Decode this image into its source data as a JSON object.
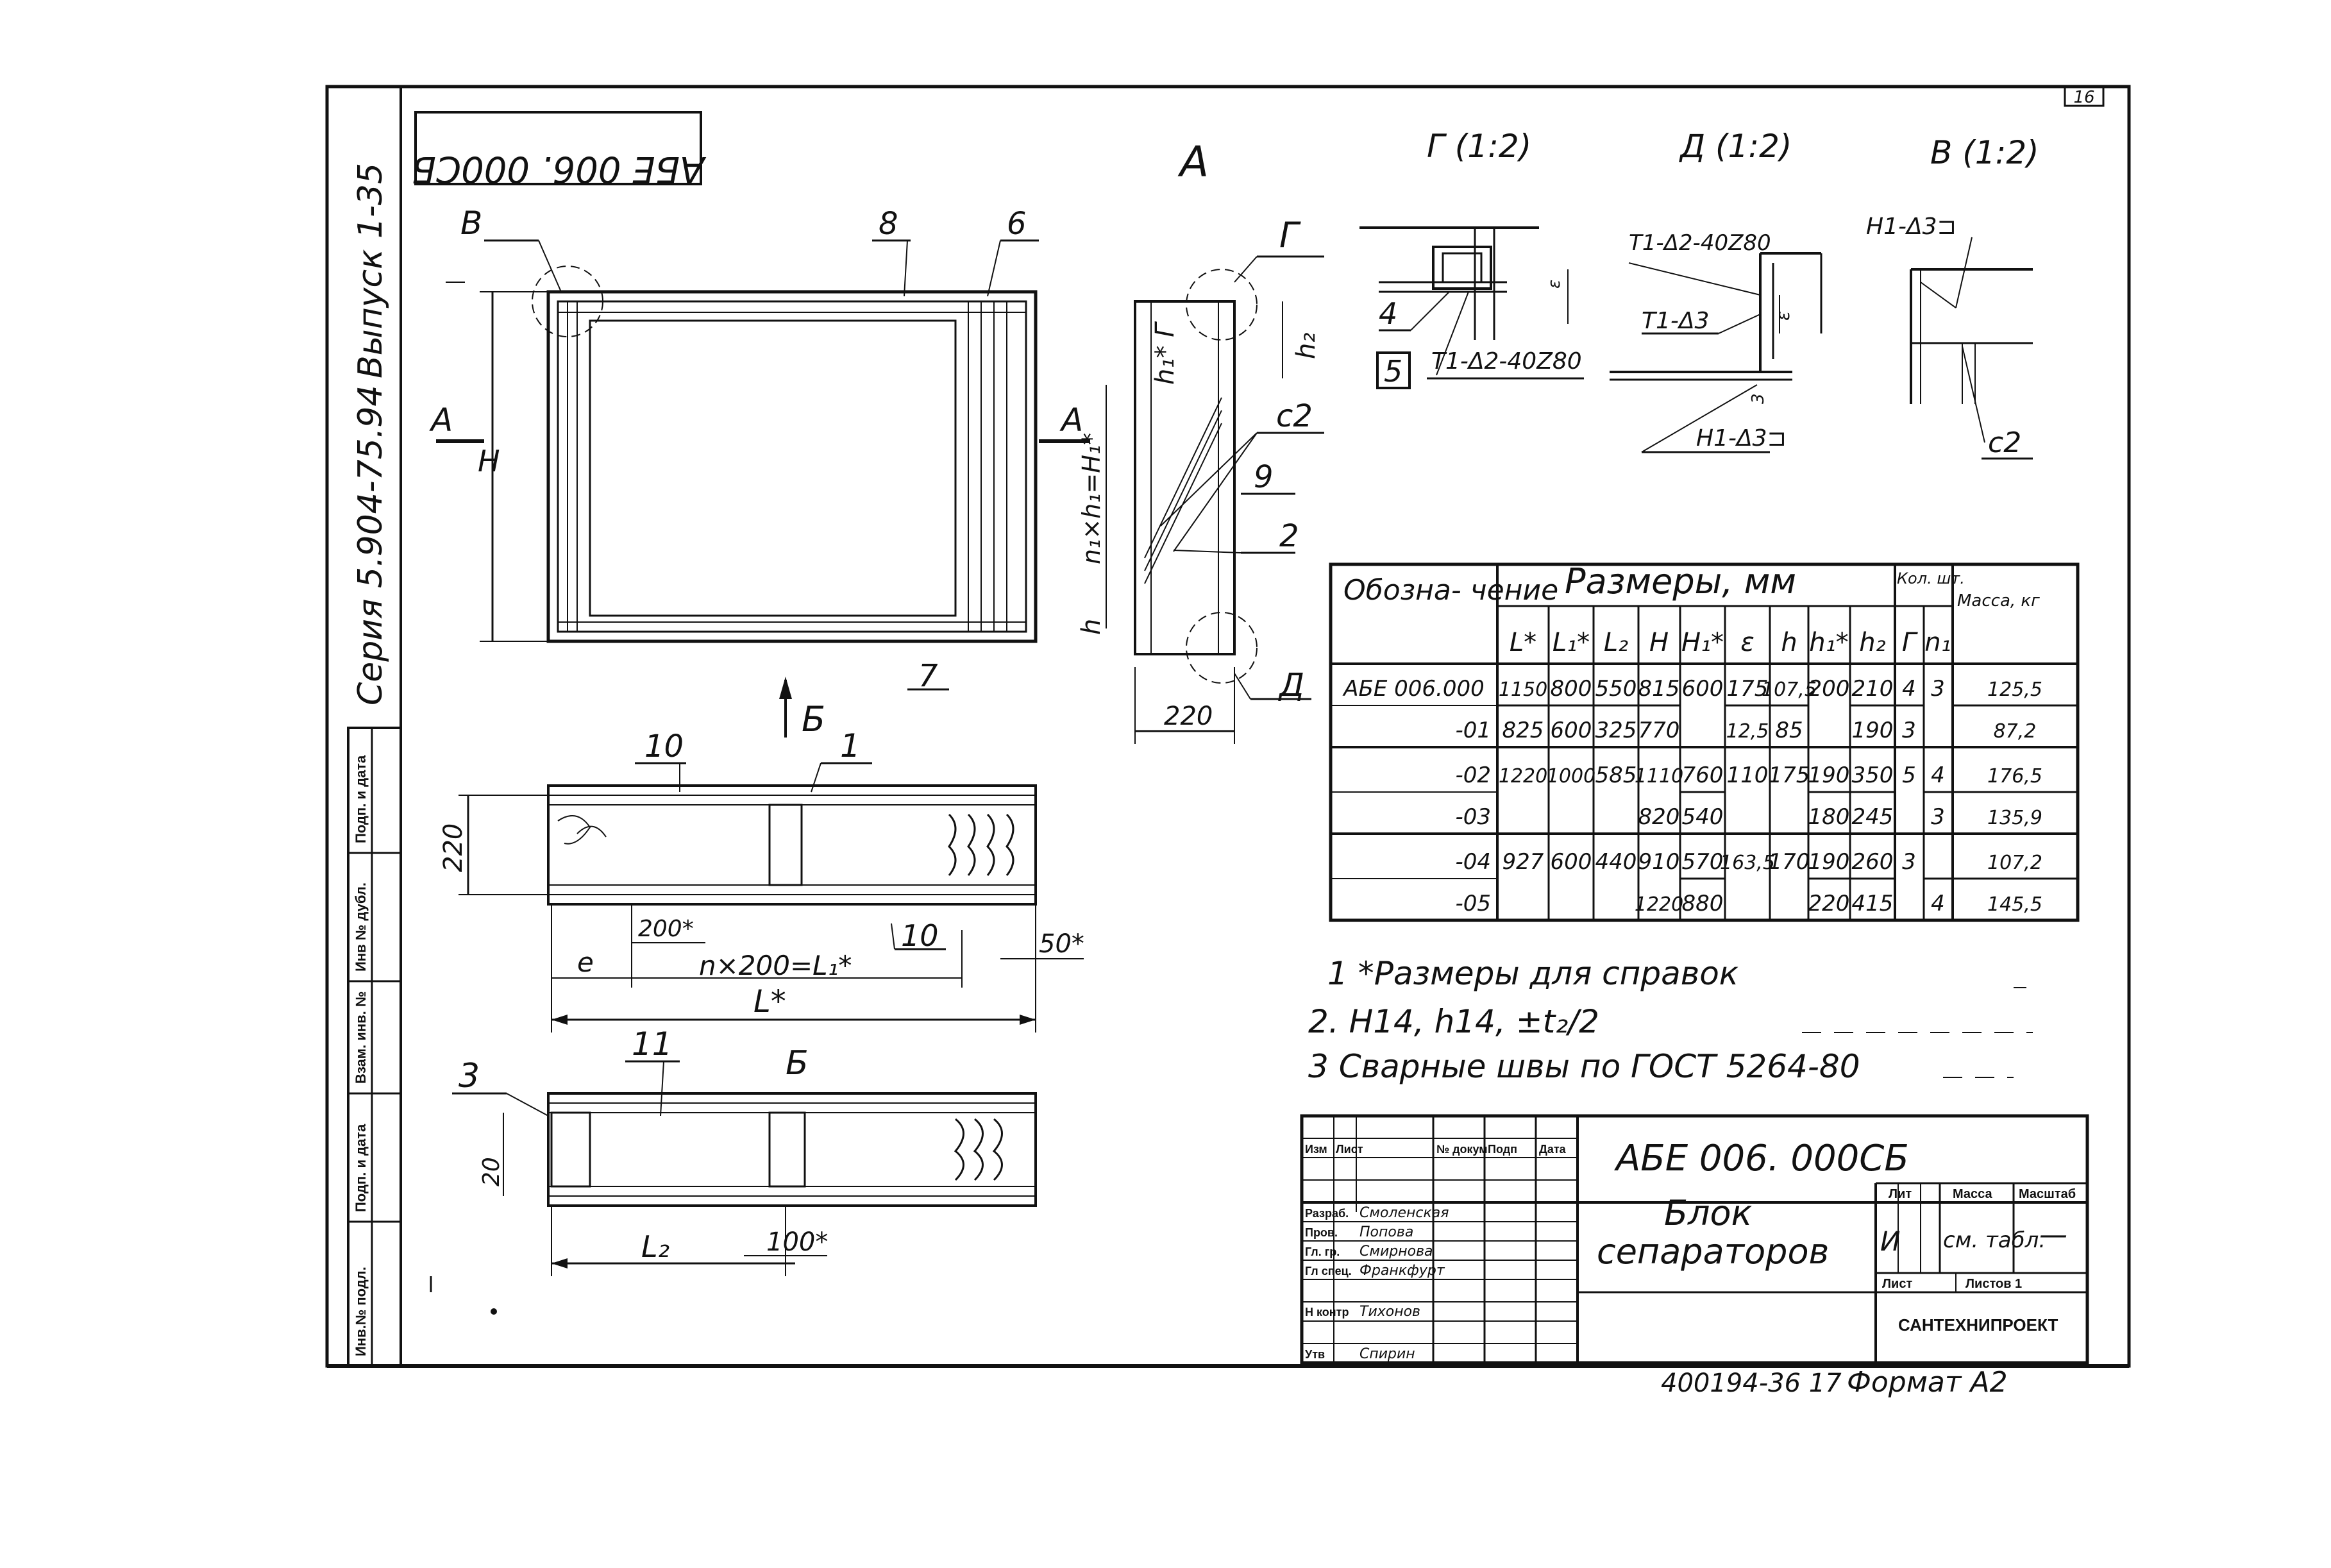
{
  "sheet": {
    "number": "16",
    "code_rotated": "АБЕ 006. 000СБ",
    "series": "Серия 5.904-75.94",
    "issue": "Выпуск 1-35",
    "bottom_note": "400194-36 17",
    "format": "Формат А2"
  },
  "side_stamp": [
    "Инв.№ подл.",
    "Подп. и дата",
    "Взам. инв. №",
    "Инв № дубл.",
    "Подп. и дата"
  ],
  "views": {
    "main": {
      "section_left": "А",
      "section_right": "А",
      "view_arrow": "Б",
      "dim_height": "H",
      "callouts": [
        "В",
        "8",
        "6",
        "7"
      ]
    },
    "section_a": {
      "title": "А",
      "callouts": [
        "Г",
        "с2",
        "9",
        "2",
        "Д"
      ],
      "dim_h1": "h₁* Г",
      "dim_n": "n₁×h₁=H₁*",
      "dim_h2": "h₂",
      "dim_h": "h",
      "dim_width": "220"
    },
    "detail_g": {
      "title": "Г (1:2)",
      "items": [
        "4",
        "5"
      ],
      "weld": "Т1-Δ2-40Z80",
      "dim": "ε"
    },
    "detail_d": {
      "title": "Д (1:2)",
      "weld_top": "Т1-Δ2-40Z80",
      "weld_mid": "Т1-Δ3",
      "weld_bottom": "Н1-Δ3⊐",
      "dim_eps": "ε",
      "dim_3": "3"
    },
    "detail_v": {
      "title": "В (1:2)",
      "weld": "Н1-Δ3⊐",
      "label": "с2"
    },
    "bottom_view1": {
      "callouts": [
        "10",
        "1",
        "10"
      ],
      "dim_height": "220",
      "dim_pitch": "200*",
      "dim_e": "е",
      "dim_n": "n×200=L₁*",
      "dim_end": "50*",
      "dim_total": "L*"
    },
    "bottom_view2": {
      "title": "Б",
      "callouts": [
        "3",
        "11"
      ],
      "dim_height": "20",
      "dim_l2": "L₂",
      "dim_100": "100*"
    }
  },
  "table": {
    "header": {
      "designation": "Обозна-\nчение",
      "sizes": "Размеры, мм",
      "qty": "Кол. шт.",
      "mass": "Масса, кг"
    },
    "cols": [
      "L*",
      "L₁*",
      "L₂",
      "H",
      "H₁*",
      "ε",
      "h",
      "h₁*",
      "h₂",
      "Г",
      "n₁"
    ],
    "rows": [
      [
        "АБЕ 006.000",
        "1150",
        "800",
        "550",
        "815",
        "600",
        "175",
        "107,5",
        "200",
        "210",
        "4",
        "3",
        "125,5"
      ],
      [
        "-01",
        "825",
        "600",
        "325",
        "770",
        "",
        "12,5",
        "85",
        "",
        "190",
        "3",
        "",
        "87,2"
      ],
      [
        "-02",
        "1220",
        "1000",
        "585",
        "1110",
        "760",
        "110",
        "175",
        "190",
        "350",
        "5",
        "4",
        "176,5"
      ],
      [
        "-03",
        "",
        "",
        "",
        "820",
        "540",
        "",
        "",
        "180",
        "245",
        "",
        "3",
        "135,9"
      ],
      [
        "-04",
        "927",
        "600",
        "440",
        "910",
        "570",
        "163,5",
        "170",
        "190",
        "260",
        "3",
        "",
        "107,2"
      ],
      [
        "-05",
        "",
        "",
        "",
        "1220",
        "880",
        "",
        "",
        "220",
        "415",
        "",
        "4",
        "145,5"
      ]
    ]
  },
  "notes": [
    "1 *Размеры для справок",
    "2. Н14, h14, ±t₂/2",
    "3 Сварные швы по ГОСТ 5264-80"
  ],
  "title_block": {
    "code": "АБЕ 006. 000СБ",
    "name_line1": "Блок",
    "name_line2": "сепараторов",
    "lit_label": "Лит",
    "lit_value": "И",
    "mass_label": "Масса",
    "mass_value": "см. табл.",
    "scale_label": "Масштаб",
    "scale_value": "—",
    "sheet_label": "Лист",
    "sheets_label": "Листов 1",
    "org": "САНТЕХНИПРОЕКТ",
    "sign_rows": [
      [
        "Изм",
        "Лист",
        "№ докум",
        "Подп",
        "Дата"
      ],
      [
        "Разраб.",
        "Смоленская",
        "",
        "",
        ""
      ],
      [
        "Пров.",
        "Попова",
        "",
        "",
        ""
      ],
      [
        "Гл. гр.",
        "Смирнова",
        "",
        "",
        ""
      ],
      [
        "Гл спец.",
        "Франкфурт",
        "",
        "",
        ""
      ],
      [
        "Н контр",
        "Тихонов",
        "",
        "",
        ""
      ],
      [
        "Утв",
        "Спирин",
        "",
        "",
        ""
      ]
    ]
  }
}
